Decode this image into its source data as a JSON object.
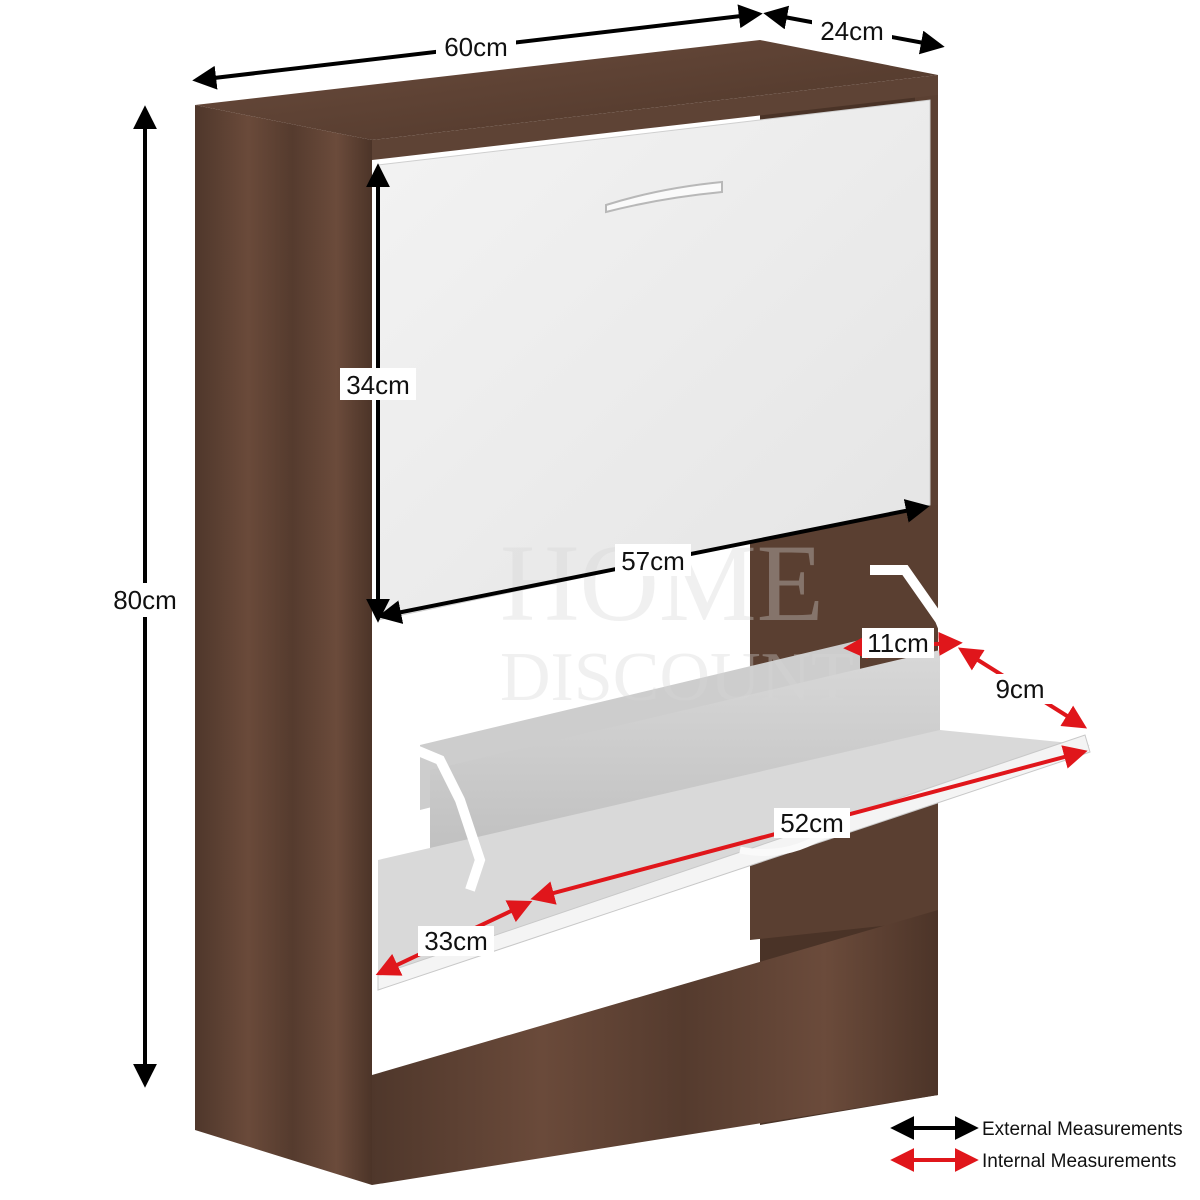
{
  "product": {
    "carcass_color": "#5a3f31",
    "door_color": "#ececec",
    "handle_color": "#f7f7f7"
  },
  "dimensions": {
    "external": {
      "width": "60cm",
      "depth": "24cm",
      "height": "80cm"
    },
    "internal": {
      "door_height": "34cm",
      "door_width": "57cm",
      "tray_depth_top": "11cm",
      "flap_depth": "9cm",
      "tray_width": "52cm",
      "tray_depth_side": "33cm"
    }
  },
  "legend": {
    "external_label": "External Measurements",
    "internal_label": "Internal Measurements",
    "external_color": "#000000",
    "internal_color": "#e0161b"
  },
  "watermark": {
    "line1": "HOME",
    "line2": "DISCOUNT"
  }
}
